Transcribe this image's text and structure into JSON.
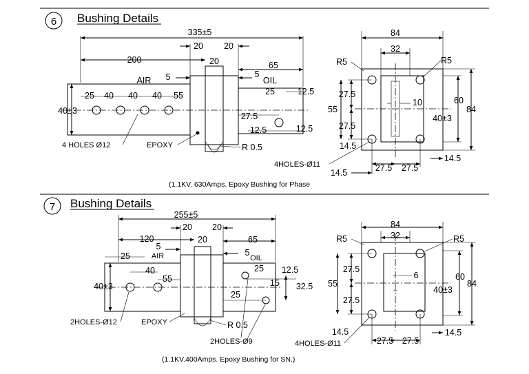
{
  "section1": {
    "number": "6",
    "title": "Bushing Details",
    "caption": "(1.1KV. 630Amps. Epoxy Bushing for Phase",
    "side": {
      "overall": "335±5",
      "d200": "200",
      "d20a": "20",
      "d20b": "20",
      "d20c": "20",
      "d65": "65",
      "d5a": "5",
      "d5b": "5",
      "air": "AIR",
      "oil": "OIL",
      "p25": "25",
      "p40a": "40",
      "p40b": "40",
      "p40c": "40",
      "p55": "55",
      "h40": "40±3",
      "r25": "25",
      "r12_5a": "12.5",
      "r27_5": "27.5",
      "r12_5b": "12.5",
      "holes": "4 HOLES Ø12",
      "epoxy": "EPOXY",
      "r05": "R 0.5"
    },
    "front": {
      "w84": "84",
      "w32": "32",
      "r5a": "R5",
      "r5b": "R5",
      "v27_5a": "27.5",
      "v55": "55",
      "v27_5b": "27.5",
      "v10": "10",
      "v60": "60",
      "v84": "84",
      "v40": "40±3",
      "v14_5a": "14.5",
      "holes": "4HOLES-Ø11",
      "b27_5a": "27.5",
      "b27_5b": "27.5",
      "b14_5a": "14.5",
      "b14_5b": "14.5"
    }
  },
  "section2": {
    "number": "7",
    "title": "Bushing Details",
    "caption": "(1.1KV.400Amps. Epoxy Bushing for SN.)",
    "side": {
      "overall": "255±5",
      "d120": "120",
      "d20a": "20",
      "d20b": "20",
      "d20c": "20",
      "d65": "65",
      "d5a": "5",
      "d5b": "5",
      "air": "AIR",
      "oil": "OIL",
      "p25": "25",
      "p40": "40",
      "p55": "55",
      "h40": "40±3",
      "r25a": "25",
      "r12_5": "12.5",
      "r15": "15",
      "r32_5": "32.5",
      "r25b": "25",
      "holes12": "2HOLES-Ø12",
      "epoxy": "EPOXY",
      "r05": "R 0.5",
      "holes9": "2HOLES-Ø9"
    },
    "front": {
      "w84": "84",
      "w32": "32",
      "r5a": "R5",
      "r5b": "R5",
      "v27_5a": "27.5",
      "v55": "55",
      "v27_5b": "27.5",
      "v6": "6",
      "v60": "60",
      "v84": "84",
      "v40": "40±3",
      "v14_5a": "14.5",
      "holes": "4HOLES-Ø11",
      "b27_5a": "27.5",
      "b27_5b": "27.5",
      "b14_5": "14.5"
    }
  }
}
